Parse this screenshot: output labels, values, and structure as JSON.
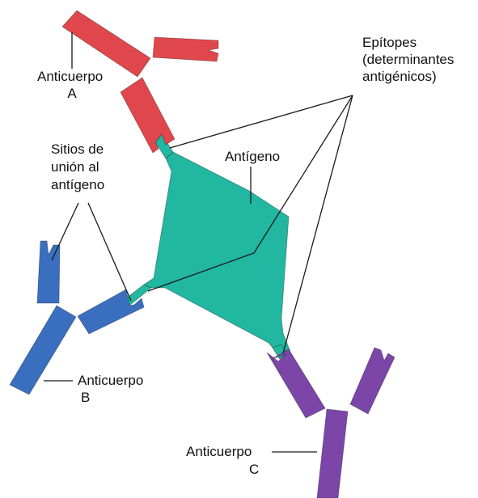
{
  "colors": {
    "antibody_a": "#e0474c",
    "antibody_b": "#3a6fc0",
    "antibody_c": "#7b46a8",
    "antigen": "#21b7a0",
    "line": "#1a1a1a"
  },
  "labels": {
    "antibody_a": [
      "Anticuerpo",
      "A"
    ],
    "antibody_b": [
      "Anticuerpo",
      "B"
    ],
    "antibody_c": [
      "Anticuerpo",
      "C"
    ],
    "epitopes": [
      "Epítopes",
      "(determinantes",
      "antigénicos)"
    ],
    "binding_sites": [
      "Sitios de",
      "unión al",
      "antígeno"
    ],
    "antigen": "Antígeno"
  }
}
